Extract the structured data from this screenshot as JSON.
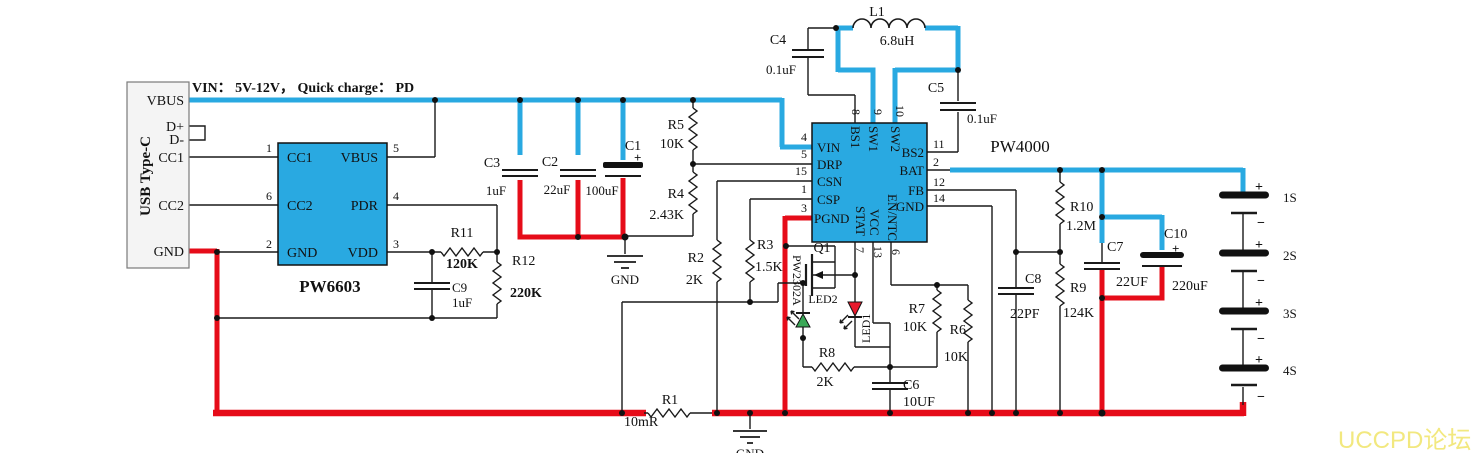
{
  "colors": {
    "wire_blue": "#29a9e1",
    "wire_red": "#e60c19",
    "chip_fill": "#29a9e1",
    "led_green": "#3aa857",
    "led_red": "#e8192c",
    "watermark_yellow": "#f2e87f"
  },
  "annotations": {
    "vin_note": "VIN： 5V-12V， Quick charge： PD",
    "watermark": "UCCPD论坛"
  },
  "symbols": {
    "plus": "+",
    "minus": "−"
  },
  "ground": {
    "label": "GND"
  },
  "usb": {
    "label": "USB Type-C",
    "pin_vbus": "VBUS",
    "pin_dp": "D+",
    "pin_dm": "D-",
    "pin_cc1": "CC1",
    "pin_cc2": "CC2",
    "pin_gnd": "GND"
  },
  "pw6603": {
    "name": "PW6603",
    "pin_cc1": "CC1",
    "pin_cc2": "CC2",
    "pin_gnd": "GND",
    "pin_vbus": "VBUS",
    "pin_pdr": "PDR",
    "pin_vdd": "VDD",
    "num_cc1": "1",
    "num_cc2": "6",
    "num_gnd": "2",
    "num_vbus": "5",
    "num_pdr": "4",
    "num_vdd": "3"
  },
  "pw4000": {
    "name": "PW4000",
    "pin_vin": "VIN",
    "pin_drp": "DRP",
    "pin_csn": "CSN",
    "pin_csp": "CSP",
    "pin_pgnd": "PGND",
    "pin_bs1": "BS1",
    "pin_sw1": "SW1",
    "pin_sw2": "SW2",
    "pin_bs2": "BS2",
    "pin_bat": "BAT",
    "pin_fb": "FB",
    "pin_gnd": "GND",
    "pin_stat": "STAT",
    "pin_vcc": "VCC",
    "pin_en": "EN/NTC",
    "num_vin": "4",
    "num_drp": "5",
    "num_csn": "15",
    "num_csp": "1",
    "num_pgnd": "3",
    "num_bs1": "8",
    "num_sw1": "9",
    "num_sw2": "10",
    "num_bs2": "11",
    "num_bat": "2",
    "num_fb": "12",
    "num_gnd": "14",
    "num_stat": "7",
    "num_vcc": "13",
    "num_en": "6"
  },
  "parts": {
    "r1": {
      "ref": "R1",
      "val": "10mR"
    },
    "r2": {
      "ref": "R2",
      "val": "2K"
    },
    "r3": {
      "ref": "R3",
      "val": "1.5K"
    },
    "r4": {
      "ref": "R4",
      "val": "2.43K"
    },
    "r5": {
      "ref": "R5",
      "val": "10K"
    },
    "r6": {
      "ref": "R6",
      "val": "10K"
    },
    "r7": {
      "ref": "R7",
      "val": "10K"
    },
    "r8": {
      "ref": "R8",
      "val": "2K"
    },
    "r9": {
      "ref": "R9",
      "val": "124K"
    },
    "r10": {
      "ref": "R10",
      "val": "1.2M"
    },
    "r11": {
      "ref": "R11",
      "val": "120K"
    },
    "r12": {
      "ref": "R12",
      "val": "220K"
    },
    "c1": {
      "ref": "C1",
      "val": "100uF"
    },
    "c2": {
      "ref": "C2",
      "val": "22uF"
    },
    "c3": {
      "ref": "C3",
      "val": "1uF"
    },
    "c4": {
      "ref": "C4",
      "val": "0.1uF"
    },
    "c5": {
      "ref": "C5",
      "val": "0.1uF"
    },
    "c6": {
      "ref": "C6",
      "val": "10UF"
    },
    "c7": {
      "ref": "C7",
      "val": "22UF"
    },
    "c8": {
      "ref": "C8",
      "val": "22PF"
    },
    "c9": {
      "ref": "C9",
      "val": "1uF"
    },
    "c10": {
      "ref": "C10",
      "val": "220uF"
    },
    "l1": {
      "ref": "L1",
      "val": "6.8uH"
    },
    "q1": {
      "ref": "Q1",
      "val": "PW2302A"
    },
    "led1": {
      "ref": "LED1"
    },
    "led2": {
      "ref": "LED2"
    }
  },
  "battery": {
    "cell1": "1S",
    "cell2": "2S",
    "cell3": "3S",
    "cell4": "4S"
  }
}
